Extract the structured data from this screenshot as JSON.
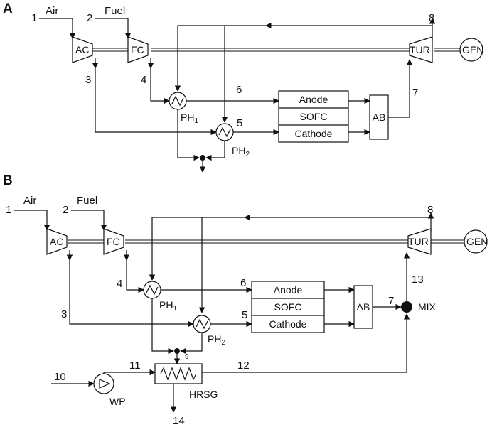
{
  "panels": [
    {
      "id": "A",
      "components": {
        "ac": "AC",
        "fc": "FC",
        "tur": "TUR",
        "gen": "GEN",
        "ph1": "PH",
        "ph1_sub": "1",
        "ph2": "PH",
        "ph2_sub": "2",
        "anode": "Anode",
        "sofc": "SOFC",
        "cathode": "Cathode",
        "ab": "AB"
      },
      "streams": {
        "s1": "1",
        "s1_name": "Air",
        "s2": "2",
        "s2_name": "Fuel",
        "s3": "3",
        "s4": "4",
        "s5": "5",
        "s6": "6",
        "s7": "7",
        "s8": "8"
      }
    },
    {
      "id": "B",
      "components": {
        "ac": "AC",
        "fc": "FC",
        "tur": "TUR",
        "gen": "GEN",
        "ph1": "PH",
        "ph1_sub": "1",
        "ph2": "PH",
        "ph2_sub": "2",
        "anode": "Anode",
        "sofc": "SOFC",
        "cathode": "Cathode",
        "ab": "AB",
        "mix": "MIX",
        "wp": "WP",
        "hrsg": "HRSG"
      },
      "streams": {
        "s1": "1",
        "s1_name": "Air",
        "s2": "2",
        "s2_name": "Fuel",
        "s3": "3",
        "s4": "4",
        "s5": "5",
        "s6": "6",
        "s7": "7",
        "s8": "8",
        "s9": "9",
        "s10": "10",
        "s11": "11",
        "s12": "12",
        "s13": "13",
        "s14": "14"
      }
    }
  ]
}
